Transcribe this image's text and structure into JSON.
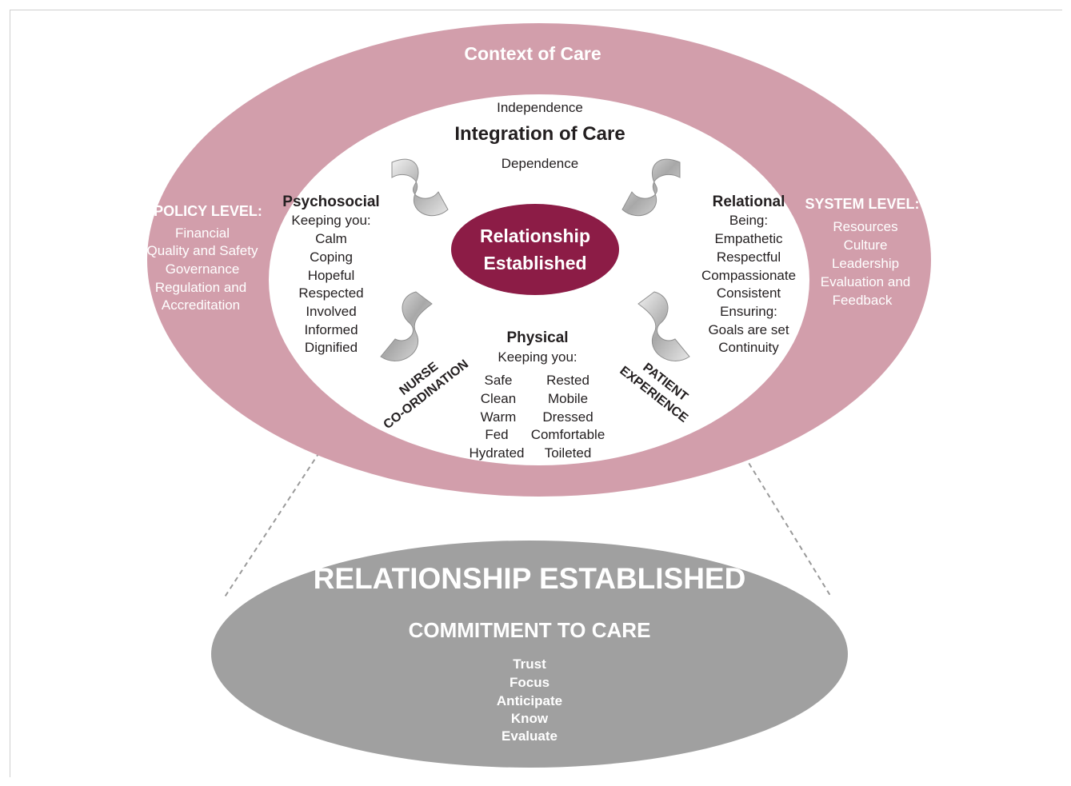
{
  "colors": {
    "outer_ring": "#d29eab",
    "inner_fill": "#ffffff",
    "center": "#8c1c46",
    "bottom": "#a0a0a0",
    "ring_text": "#ffffff",
    "body_text": "#231f20",
    "dash": "#9a9a9a"
  },
  "outer": {
    "title": "Context of Care",
    "policy": {
      "heading": "POLICY LEVEL:",
      "items": [
        "Financial",
        "Quality and Safety",
        "Governance",
        "Regulation and",
        "Accreditation"
      ]
    },
    "system": {
      "heading": "SYSTEM LEVEL:",
      "items": [
        "Resources",
        "Culture",
        "Leadership",
        "Evaluation and",
        "Feedback"
      ]
    }
  },
  "inner": {
    "integration": {
      "top": "Independence",
      "heading": "Integration of Care",
      "bottom": "Dependence"
    },
    "psychosocial": {
      "heading": "Psychosocial",
      "sub": "Keeping you:",
      "items": [
        "Calm",
        "Coping",
        "Hopeful",
        "Respected",
        "Involved",
        "Informed",
        "Dignified"
      ]
    },
    "relational": {
      "heading": "Relational",
      "sub": "Being:",
      "items": [
        "Empathetic",
        "Respectful",
        "Compassionate",
        "Consistent"
      ],
      "sub2": "Ensuring:",
      "items2": [
        "Goals are set",
        "Continuity"
      ]
    },
    "physical": {
      "heading": "Physical",
      "sub": "Keeping you:",
      "left": [
        "Safe",
        "Clean",
        "Warm",
        "Fed",
        "Hydrated"
      ],
      "right": [
        "Rested",
        "Mobile",
        "Dressed",
        "Comfortable",
        "Toileted"
      ]
    },
    "center": {
      "line1": "Relationship",
      "line2": "Established"
    },
    "nurse": {
      "line1": "NURSE",
      "line2": "CO-ORDINATION"
    },
    "patient": {
      "line1": "PATIENT",
      "line2": "EXPERIENCE"
    }
  },
  "bottom": {
    "title": "RELATIONSHIP ESTABLISHED",
    "subtitle": "COMMITMENT TO CARE",
    "items": [
      "Trust",
      "Focus",
      "Anticipate",
      "Know",
      "Evaluate"
    ]
  }
}
